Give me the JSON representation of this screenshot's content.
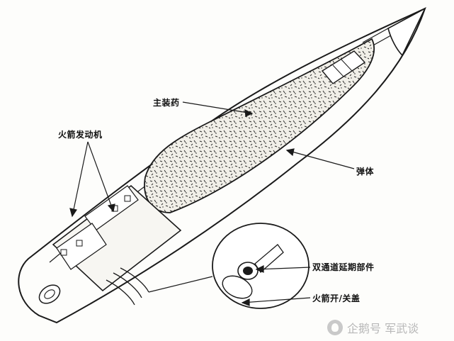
{
  "diagram": {
    "labels": {
      "main_charge": "主装药",
      "rocket_motor": "火箭发动机",
      "projectile_body": "弹体",
      "dual_channel_delay": "双通道延期部件",
      "rocket_switch": "火箭开/关盖"
    },
    "watermark": {
      "text": "企鹅号 军武谈",
      "icon": "penguin-logo-icon"
    }
  },
  "colors": {
    "line": "#1a1a1a",
    "fill_speckle": "#e9e7e0",
    "background": "#fdfdfb",
    "watermark": "#b8b8b8"
  }
}
